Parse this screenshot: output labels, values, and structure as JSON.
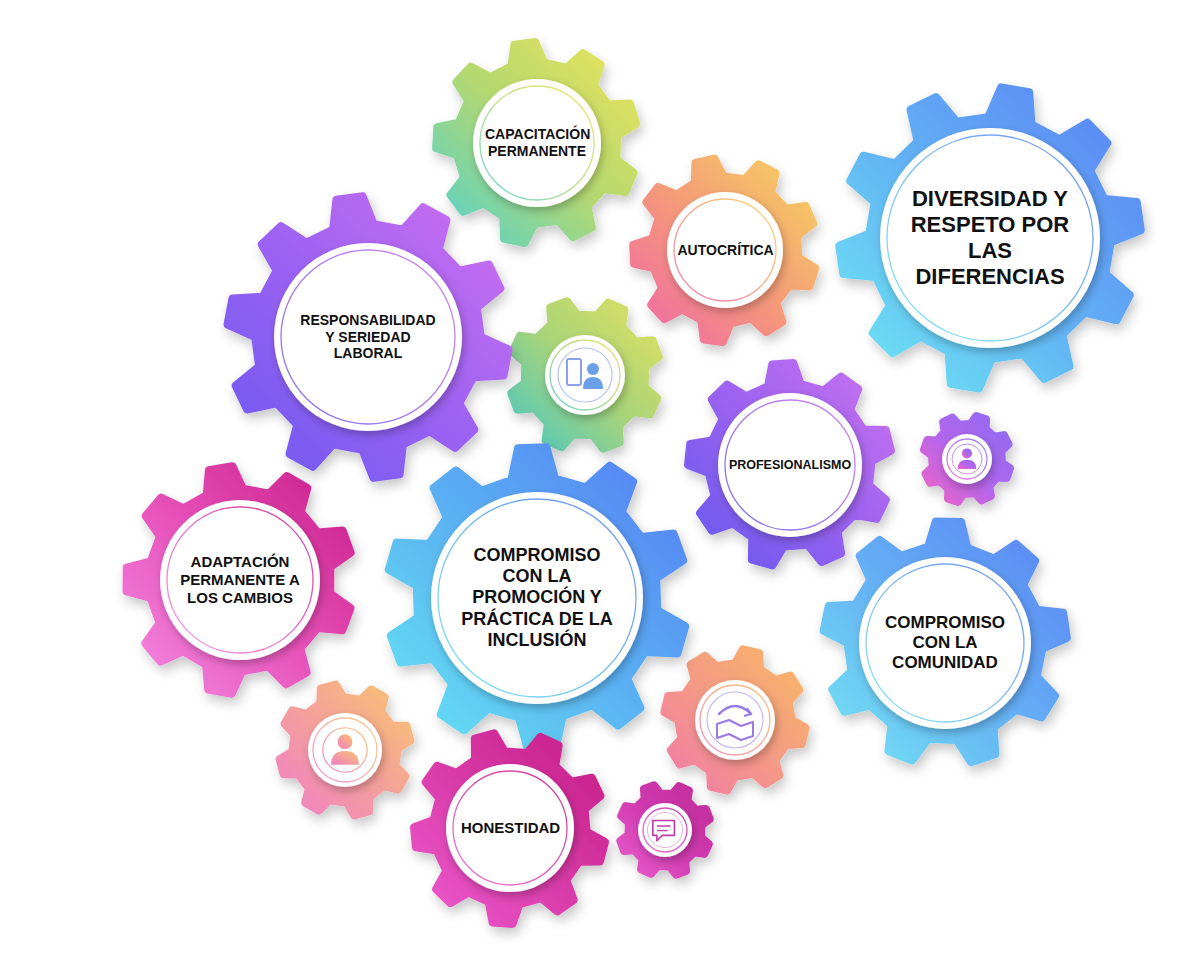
{
  "diagram": {
    "nodes": [
      {
        "text": [
          "CAPACITACIÓN PERMANENTE"
        ]
      },
      {
        "text": [
          "AUTOCRÍTICA"
        ]
      },
      {
        "text": [
          "DIVERSIDAD Y RESPETO POR LAS DIFERENCIAS"
        ]
      },
      {
        "text": [
          "RESPONSABILIDAD Y SERIEDAD LABORAL"
        ]
      },
      {
        "text": [
          "PROFESIONALISMO"
        ]
      },
      {
        "text": [
          "ADAPTACIÓN PERMANENTE A LOS CAMBIOS"
        ]
      },
      {
        "text": [
          "COMPROMISO CON LA PROMOCIÓN Y PRÁCTICA DE LA INCLUSIÓN"
        ]
      },
      {
        "text": [
          "COMPROMISO CON LA COMUNIDAD"
        ]
      },
      {
        "text": [
          "HONESTIDAD"
        ]
      }
    ]
  }
}
